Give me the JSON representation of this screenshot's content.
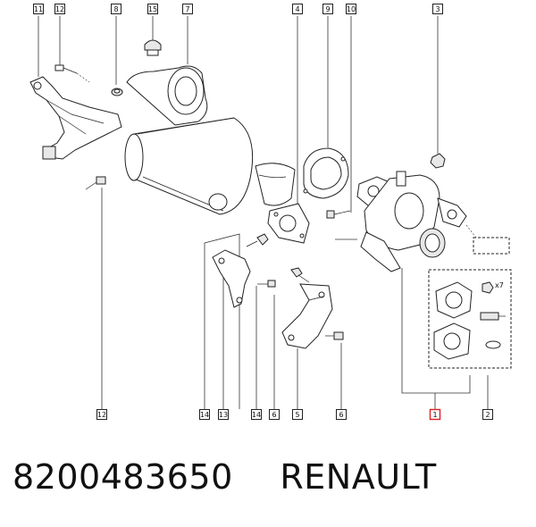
{
  "callouts": [
    {
      "id": "c-11a",
      "label": "11"
    },
    {
      "id": "c-12a",
      "label": "12"
    },
    {
      "id": "c-8",
      "label": "8"
    },
    {
      "id": "c-15",
      "label": "15"
    },
    {
      "id": "c-7",
      "label": "7"
    },
    {
      "id": "c-4",
      "label": "4"
    },
    {
      "id": "c-9",
      "label": "9"
    },
    {
      "id": "c-10",
      "label": "10"
    },
    {
      "id": "c-3",
      "label": "3"
    },
    {
      "id": "c-12b",
      "label": "12"
    },
    {
      "id": "c-14a",
      "label": "14"
    },
    {
      "id": "c-13",
      "label": "13"
    },
    {
      "id": "c-14b",
      "label": "14"
    },
    {
      "id": "c-6a",
      "label": "6"
    },
    {
      "id": "c-5",
      "label": "5"
    },
    {
      "id": "c-6b",
      "label": "6"
    },
    {
      "id": "c-1",
      "label": "1"
    },
    {
      "id": "c-2",
      "label": "2"
    }
  ],
  "qty_note": "x7",
  "caption": {
    "part_number": "8200483650",
    "brand": "RENAULT"
  },
  "colors": {
    "highlight": "#e02020",
    "line": "#222222"
  }
}
